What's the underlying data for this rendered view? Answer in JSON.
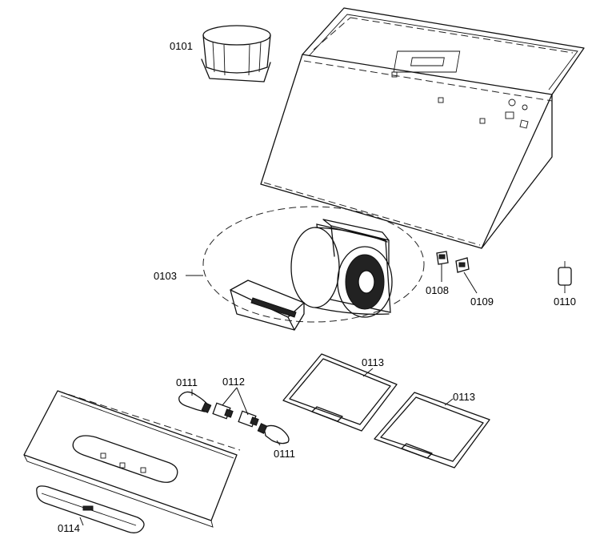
{
  "diagram": {
    "labels": {
      "p0101": "0101",
      "p0103": "0103",
      "p0108": "0108",
      "p0109": "0109",
      "p0110": "0110",
      "p0111a": "0111",
      "p0111b": "0111",
      "p0112": "0112",
      "p0113a": "0113",
      "p0113b": "0113",
      "p0114": "0114"
    }
  }
}
